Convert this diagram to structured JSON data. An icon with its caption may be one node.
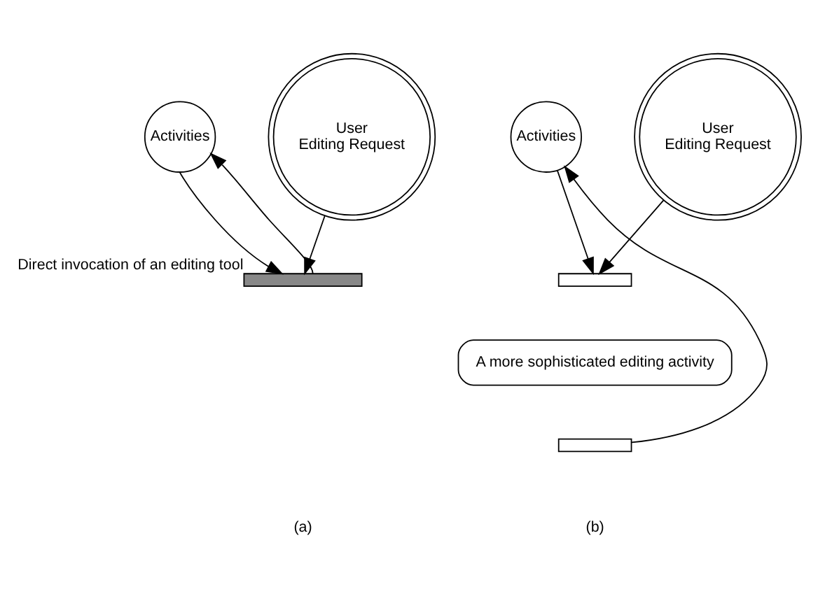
{
  "diagram": {
    "nodes": [
      {
        "text": [
          "Activities"
        ]
      },
      {
        "text": [
          "User Editing Request"
        ]
      },
      {
        "text": [],
        "shape": "bar",
        "beside": [
          "Direct invocation of an editing tool"
        ]
      },
      {
        "text": [
          "Activities"
        ]
      },
      {
        "text": [
          "User Editing Request"
        ]
      },
      {
        "text": [],
        "shape": "box"
      },
      {
        "text": [
          "A more sophisticated editing activity"
        ]
      },
      {
        "text": [],
        "shape": "box"
      }
    ],
    "edges": [
      {
        "from": 0,
        "to": 2,
        "arrow": "to"
      },
      {
        "from": 1,
        "to": 2,
        "arrow": "to"
      },
      {
        "from": 2,
        "to": 0,
        "arrow": "to"
      },
      {
        "from": 3,
        "to": 5,
        "arrow": "to"
      },
      {
        "from": 4,
        "to": 5,
        "arrow": "to"
      },
      {
        "from": 7,
        "to": 3,
        "arrow": "to"
      }
    ],
    "labels": [
      "(a)",
      "(b)"
    ]
  }
}
